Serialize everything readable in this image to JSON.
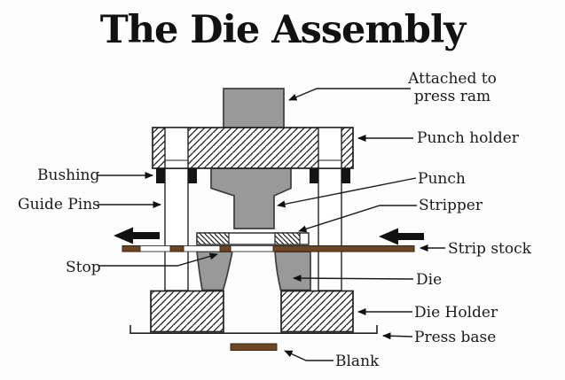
{
  "title": "The Die Assembly",
  "colors": {
    "steel_gray": "#999999",
    "stock_brown": "#6f4523",
    "ink": "#1a1a1a",
    "background": "#fdfdfd"
  },
  "labels": {
    "attached_line1": "Attached to",
    "attached_line2": "press ram",
    "punch_holder": "Punch holder",
    "bushing": "Bushing",
    "punch": "Punch",
    "guide_pins": "Guide Pins",
    "stripper": "Stripper",
    "strip_stock": "Strip stock",
    "stop": "Stop",
    "die": "Die",
    "die_holder": "Die Holder",
    "press_base": "Press base",
    "blank": "Blank"
  },
  "icons": {
    "feed_arrow_left": "thick left-pointing strip feed arrow",
    "feed_arrow_right": "thick left-pointing strip feed arrow"
  }
}
